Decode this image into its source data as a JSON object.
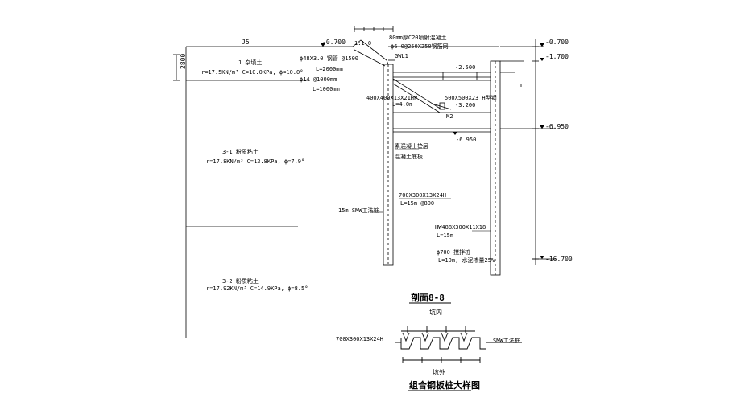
{
  "colors": {
    "ink": "#000000",
    "background": "#ffffff"
  },
  "left_column": {
    "top_left_label": "J5",
    "height_dim": "2800",
    "layers": [
      {
        "title": "1 杂填土",
        "params": "r=17.5KN/m³ C=10.0KPa, ϕ=10.0°"
      },
      {
        "title": "3-1 粉质粘土",
        "params": "r=17.8KN/m³ C=13.8KPa, ϕ=7.9°"
      },
      {
        "title": "3-2 粉质粘土",
        "params": "r=17.92KN/m³ C=14.9KPa, ϕ=8.5°"
      }
    ]
  },
  "section": {
    "elev_top": "-0.700",
    "elev_top_right": "-0.700",
    "elev_second": "-1.700",
    "slope_ratio": "1:1.0",
    "shotcrete": "80mm厚C20喷射混凝土",
    "mesh": "ϕ6.0@250X250钢筋网",
    "nail_spec": "ϕ48X3.0 钢管 @1500",
    "nail_length": "L=2000mm",
    "small_pile": "ϕ14 @1000mm",
    "small_pile_length": "L=1000mm",
    "gwl": "GWL1",
    "elev_strut": "-2.500",
    "waler": "400X400X13X21HP",
    "waler_length": "L=4.0m",
    "strut_spec": "500X500X23 H型钢",
    "strut_elev": "-3.200",
    "m2_label": "M2",
    "elev_excavation": "-6.950",
    "elev_excavation_right": "-6.950",
    "seal_note_1": "素混凝土垫层",
    "seal_note_2": "混凝土底板",
    "pile_spec": "700X300X13X24H",
    "pile_length": "L=15m @800",
    "smw_note": "15m SMW工法桩",
    "hw_spec": "HW488X300X11X18",
    "hw_length": "L=15m",
    "mix_pile": "ϕ700 搅拌桩",
    "mix_pile_length": "L=10m, 水泥掺量25%",
    "elev_bottom": "-16.700",
    "title": "剖面8-8"
  },
  "detail": {
    "top_label": "坑内",
    "left_label": "700X300X13X24H",
    "right_label": "SMW工法桩",
    "bottom_label": "坑外",
    "title": "组合钢板桩大样图"
  }
}
